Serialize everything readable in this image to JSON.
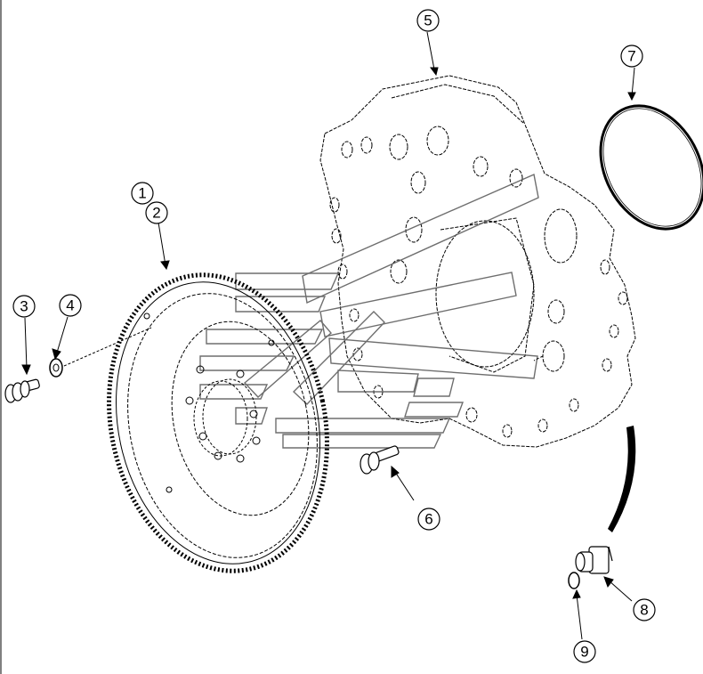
{
  "diagram": {
    "callouts": [
      {
        "id": "1",
        "label": "1"
      },
      {
        "id": "2",
        "label": "2"
      },
      {
        "id": "3",
        "label": "3"
      },
      {
        "id": "4",
        "label": "4"
      },
      {
        "id": "5",
        "label": "5"
      },
      {
        "id": "6",
        "label": "6"
      },
      {
        "id": "7",
        "label": "7"
      },
      {
        "id": "8",
        "label": "8"
      },
      {
        "id": "9",
        "label": "9"
      }
    ],
    "parts": [
      {
        "ref": "1-2",
        "icon": "flywheel-ring-gear-icon"
      },
      {
        "ref": "3",
        "icon": "bolt-icon"
      },
      {
        "ref": "4",
        "icon": "washer-icon"
      },
      {
        "ref": "5",
        "icon": "flywheel-housing-icon"
      },
      {
        "ref": "6",
        "icon": "bolt-icon"
      },
      {
        "ref": "7",
        "icon": "o-ring-icon"
      },
      {
        "ref": "8",
        "icon": "plug-icon"
      },
      {
        "ref": "9",
        "icon": "seal-ring-icon"
      }
    ],
    "colors": {
      "line": "#000000",
      "watermark": "#555555",
      "background": "#ffffff"
    }
  }
}
